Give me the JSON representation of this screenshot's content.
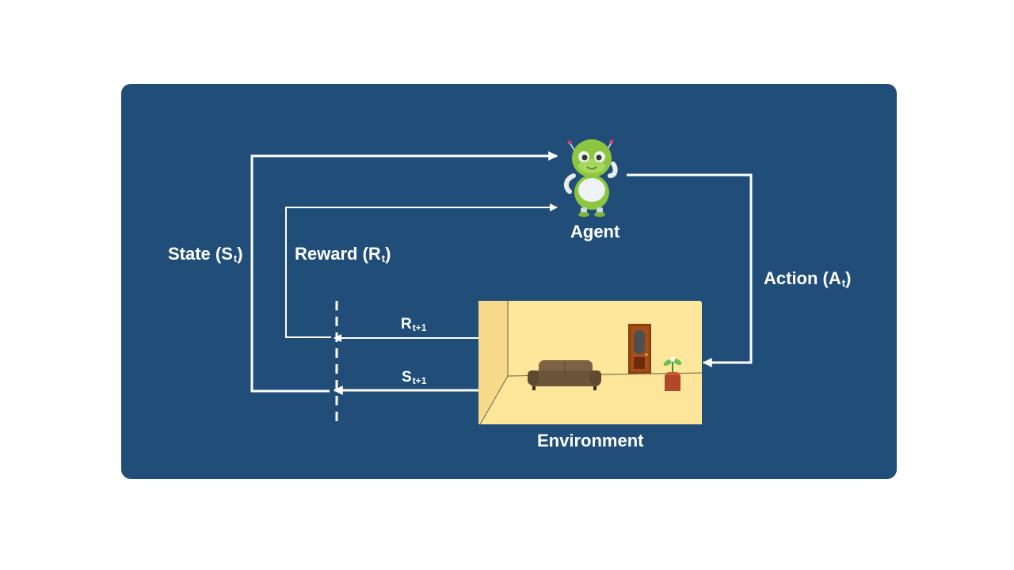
{
  "diagram": {
    "colors": {
      "panel": "#214e79",
      "arrow": "#ffffff",
      "room_wall": "#fde79b",
      "robot": "#8cc63f"
    },
    "nodes": {
      "agent": {
        "label": "Agent",
        "icon": "robot-icon"
      },
      "environment": {
        "label": "Environment",
        "icon": "room-illustration"
      }
    },
    "edges": {
      "state": {
        "label": "State (S",
        "sub": "t",
        "close": ")"
      },
      "reward": {
        "label": "Reward (R",
        "sub": "t",
        "close": ")"
      },
      "action": {
        "label": "Action (A",
        "sub": "t",
        "close": ")"
      },
      "next_reward": {
        "label": "R",
        "sub": "t+1"
      },
      "next_state": {
        "label": "S",
        "sub": "t+1"
      }
    }
  }
}
